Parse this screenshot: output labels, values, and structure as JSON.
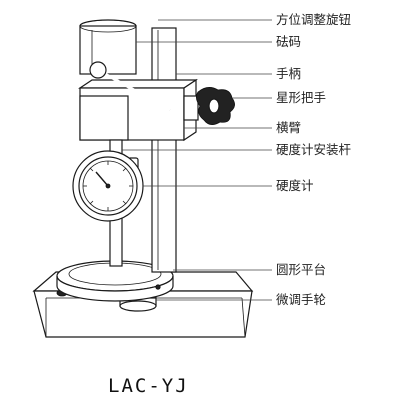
{
  "diagram": {
    "labels": [
      {
        "id": "orientation-knob",
        "text": "方位调整旋钮"
      },
      {
        "id": "weight",
        "text": "砝码"
      },
      {
        "id": "handle",
        "text": "手柄"
      },
      {
        "id": "star-knob",
        "text": "星形把手"
      },
      {
        "id": "cross-arm",
        "text": "横臂"
      },
      {
        "id": "mounting-rod",
        "text": "硬度计安装杆"
      },
      {
        "id": "durometer",
        "text": "硬度计"
      },
      {
        "id": "round-platform",
        "text": "圆形平台"
      },
      {
        "id": "fine-adjust-wheel",
        "text": "微调手轮"
      }
    ],
    "model": "LAC-YJ"
  }
}
